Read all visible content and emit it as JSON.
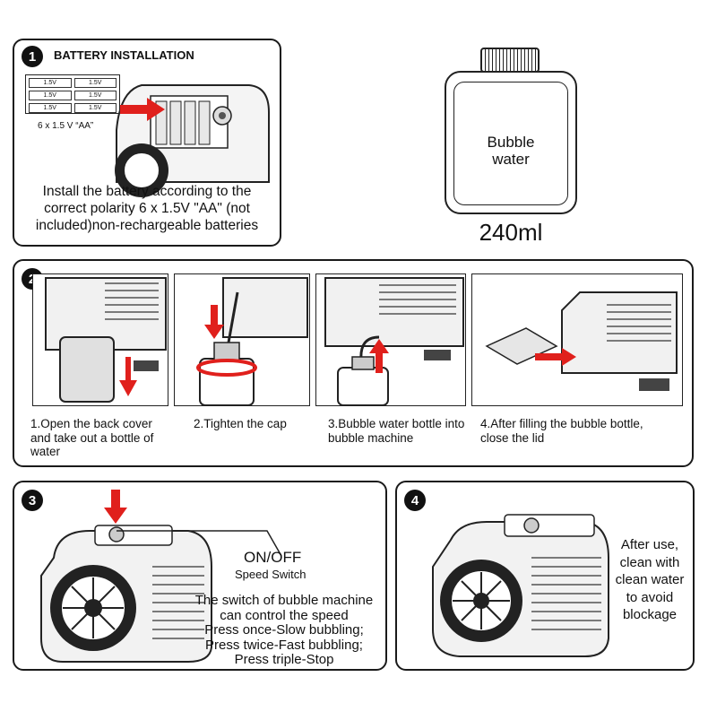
{
  "step1": {
    "number": "1",
    "title": "BATTERY INSTALLATION",
    "cell_label": "1.5V",
    "battery_caption": "6 x 1.5 V “AA”",
    "instruction": "Install the battery according to the correct polarity 6 x 1.5V \"AA\" (not included)non-rechargeable batteries"
  },
  "bottle": {
    "label_line1": "Bubble",
    "label_line2": "water",
    "volume": "240ml"
  },
  "step2": {
    "number": "2",
    "captions": [
      "1.Open the back cover and take out a bottle of water",
      "2.Tighten the cap",
      "3.Bubble water bottle into bubble machine",
      "4.After filling the bubble bottle, close the lid"
    ]
  },
  "step3": {
    "number": "3",
    "switch_title": "ON/OFF",
    "switch_subtitle": "Speed Switch",
    "description": [
      "The switch of bubble machine",
      "can control the speed",
      "Press once-Slow bubbling;",
      "Press twice-Fast bubbling;",
      "Press triple-Stop"
    ]
  },
  "step4": {
    "number": "4",
    "description": [
      "After use,",
      "clean with",
      "clean water",
      "to avoid",
      "blockage"
    ]
  },
  "colors": {
    "arrow": "#e0201c",
    "ink": "#1a1a1a"
  }
}
